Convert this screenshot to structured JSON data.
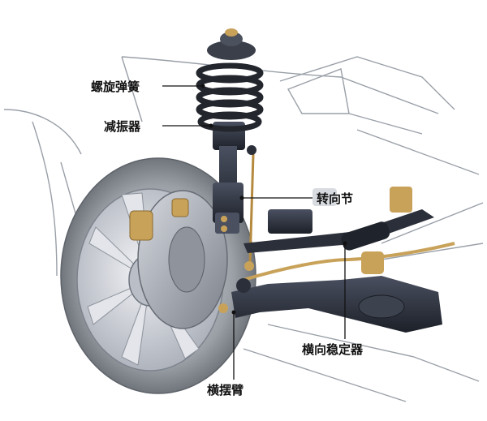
{
  "labels": {
    "coil_spring": "螺旋弹簧",
    "shock_absorber": "减振器",
    "steering_knuckle": "转向节",
    "stabilizer_bar": "横向稳定器",
    "control_arm": "横摆臂"
  },
  "colors": {
    "outline": "#8a8f98",
    "tire": "#6f7378",
    "rim": "#c9ccd3",
    "disc": "#aeb2ba",
    "metal_dark": "#2a2f3a",
    "spring": "#23262d",
    "bronze": "#c9a25a",
    "leader": "#111111"
  }
}
